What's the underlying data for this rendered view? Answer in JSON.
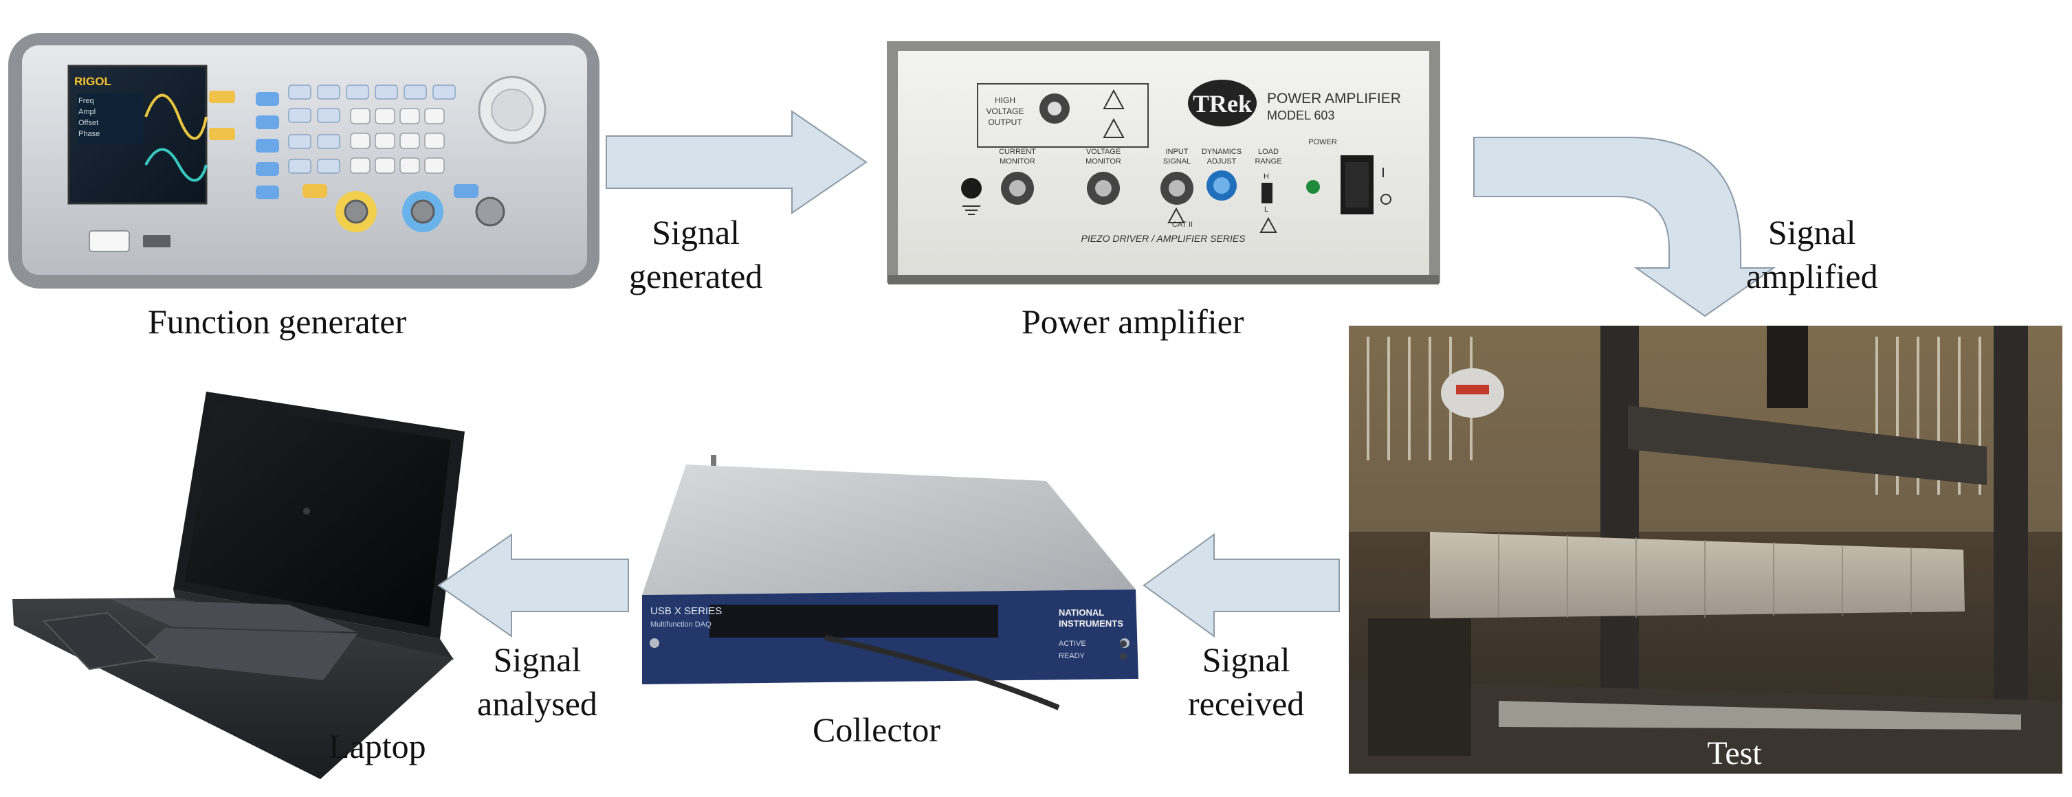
{
  "devices": {
    "function_generator": {
      "label": "Function generater",
      "brand": "RIGOL",
      "screen_rows": [
        "Freq",
        "Ampl",
        "Offset",
        "Phase"
      ]
    },
    "power_amplifier": {
      "label": "Power amplifier",
      "logo": "TRek",
      "title_line1": "POWER AMPLIFIER",
      "title_line2": "MODEL 603",
      "high_voltage": [
        "HIGH",
        "VOLTAGE",
        "OUTPUT"
      ],
      "current_monitor": [
        "CURRENT",
        "MONITOR"
      ],
      "voltage_monitor": [
        "VOLTAGE",
        "MONITOR"
      ],
      "input_signal": [
        "INPUT",
        "SIGNAL"
      ],
      "dynamics_adjust": [
        "DYNAMICS",
        "ADJUST"
      ],
      "load_range": [
        "LOAD",
        "RANGE"
      ],
      "range_h": "H",
      "range_l": "L",
      "power": "POWER",
      "cat": "CAT II",
      "series": "PIEZO DRIVER / AMPLIFIER SERIES"
    },
    "test": {
      "label": "Test"
    },
    "collector": {
      "label": "Collector",
      "series": "USB X SERIES",
      "sub": "Multifunction DAQ",
      "brand_line1": "NATIONAL",
      "brand_line2": "INSTRUMENTS",
      "active": "ACTIVE",
      "ready": "READY"
    },
    "laptop": {
      "label": "Laptop"
    }
  },
  "arrows": {
    "generated": [
      "Signal",
      "generated"
    ],
    "amplified": [
      "Signal",
      "amplified"
    ],
    "received": [
      "Signal",
      "received"
    ],
    "analysed": [
      "Signal",
      "analysed"
    ]
  },
  "colors": {
    "arrow_fill": "#d5e2ec",
    "arrow_stroke": "#8d9ba6"
  }
}
